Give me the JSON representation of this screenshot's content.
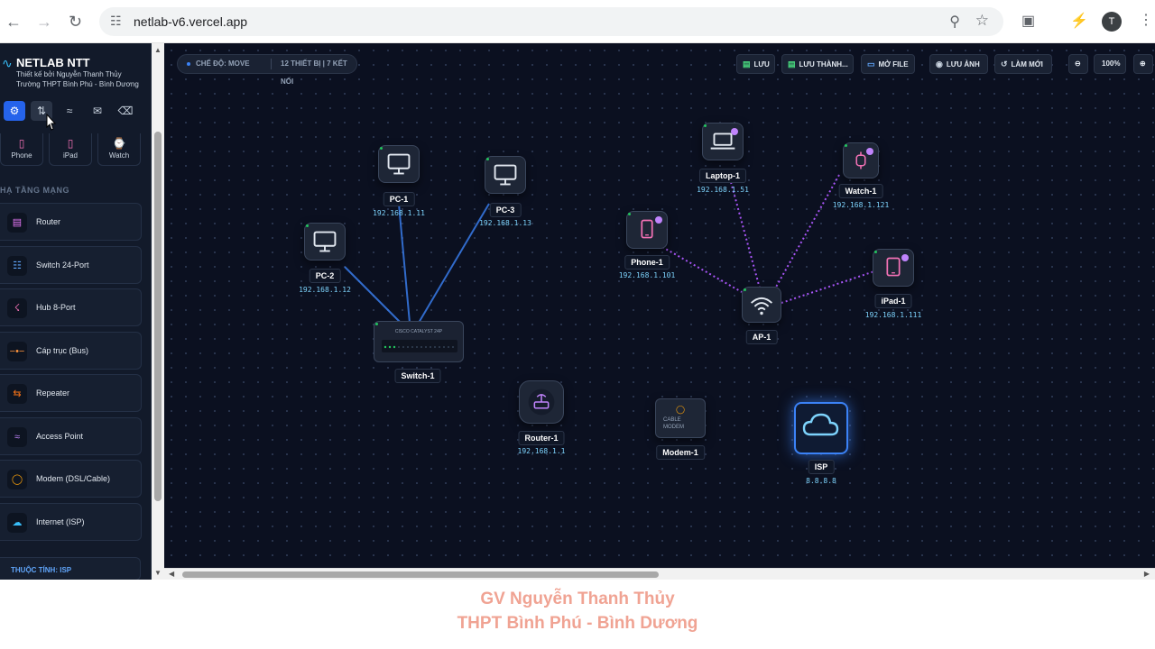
{
  "browser": {
    "url": "netlab-v6.vercel.app",
    "profile_initial": "T",
    "icons": [
      "back-icon",
      "forward-icon",
      "reload-icon",
      "site-settings-icon",
      "zoom-icon",
      "bookmark-star-icon",
      "extensions-icon",
      "performance-icon",
      "kebab-menu-icon"
    ]
  },
  "sidebar": {
    "title": "NETLAB NTT",
    "subtitle_line1": "Thiết kế bởi Nguyễn Thanh Thủy",
    "subtitle_line2": "Trường THPT Bình Phú - Bình Dương",
    "tools": [
      "settings-icon",
      "sort-icon",
      "wifi-icon",
      "mail-icon",
      "trash-icon"
    ],
    "device_tiles": [
      {
        "label": "Phone",
        "icon": "phone-icon"
      },
      {
        "label": "iPad",
        "icon": "tablet-icon"
      },
      {
        "label": "Watch",
        "icon": "watch-icon"
      }
    ],
    "section_title": "HẠ TẦNG MẠNG",
    "infra_items": [
      {
        "label": "Router",
        "icon": "router-icon",
        "color": "#e879f9"
      },
      {
        "label": "Switch 24-Port",
        "icon": "switch-icon",
        "color": "#60a5fa"
      },
      {
        "label": "Hub 8-Port",
        "icon": "hub-icon",
        "color": "#f472b6"
      },
      {
        "label": "Cáp trục (Bus)",
        "icon": "bus-icon",
        "color": "#fb923c"
      },
      {
        "label": "Repeater",
        "icon": "repeater-icon",
        "color": "#f97316"
      },
      {
        "label": "Access Point",
        "icon": "access-point-icon",
        "color": "#c084fc"
      },
      {
        "label": "Modem (DSL/Cable)",
        "icon": "globe-icon",
        "color": "#f59e0b"
      },
      {
        "label": "Internet (ISP)",
        "icon": "cloud-icon",
        "color": "#38bdf8"
      }
    ],
    "property_bar": "THUỘC TÍNH: ISP"
  },
  "canvas": {
    "mode": "CHẾ ĐỘ: MOVE",
    "stats": "12 THIẾT BỊ | 7 KẾT NỐI",
    "toolbar": {
      "save": "LƯU",
      "save_as": "LƯU THÀNH...",
      "open_file": "MỞ FILE",
      "save_image": "LƯU ẢNH",
      "reset": "LÀM MỚI",
      "zoom_level": "100%"
    },
    "nodes": [
      {
        "id": "pc1",
        "label": "PC-1",
        "ip": "192.168.1.11",
        "icon": "monitor-icon"
      },
      {
        "id": "pc2",
        "label": "PC-2",
        "ip": "192.168.1.12",
        "icon": "monitor-icon"
      },
      {
        "id": "pc3",
        "label": "PC-3",
        "ip": "192.168.1.13",
        "icon": "monitor-icon"
      },
      {
        "id": "sw1",
        "label": "Switch-1",
        "ip": "",
        "icon": "switch-icon",
        "model": "CISCO CATALYST 24P"
      },
      {
        "id": "r1",
        "label": "Router-1",
        "ip": "192.168.1.1",
        "icon": "router-icon"
      },
      {
        "id": "m1",
        "label": "Modem-1",
        "ip": "",
        "icon": "modem-icon",
        "model": "CABLE MODEM"
      },
      {
        "id": "isp",
        "label": "ISP",
        "ip": "8.8.8.8",
        "icon": "cloud-icon"
      },
      {
        "id": "lap1",
        "label": "Laptop-1",
        "ip": "192.168.1.51",
        "icon": "laptop-icon"
      },
      {
        "id": "ph1",
        "label": "Phone-1",
        "ip": "192.168.1.101",
        "icon": "phone-icon"
      },
      {
        "id": "ap1",
        "label": "AP-1",
        "ip": "",
        "icon": "wifi-icon"
      },
      {
        "id": "w1",
        "label": "Watch-1",
        "ip": "192.168.1.121",
        "icon": "watch-icon"
      },
      {
        "id": "ipad1",
        "label": "iPad-1",
        "ip": "192.168.1.111",
        "icon": "tablet-icon"
      }
    ],
    "wired_color": "#3b82f6",
    "wireless_color": "#a855f7"
  },
  "credit": {
    "line1": "GV Nguyễn Thanh Thủy",
    "line2": "THPT Bình Phú - Bình Dương"
  }
}
